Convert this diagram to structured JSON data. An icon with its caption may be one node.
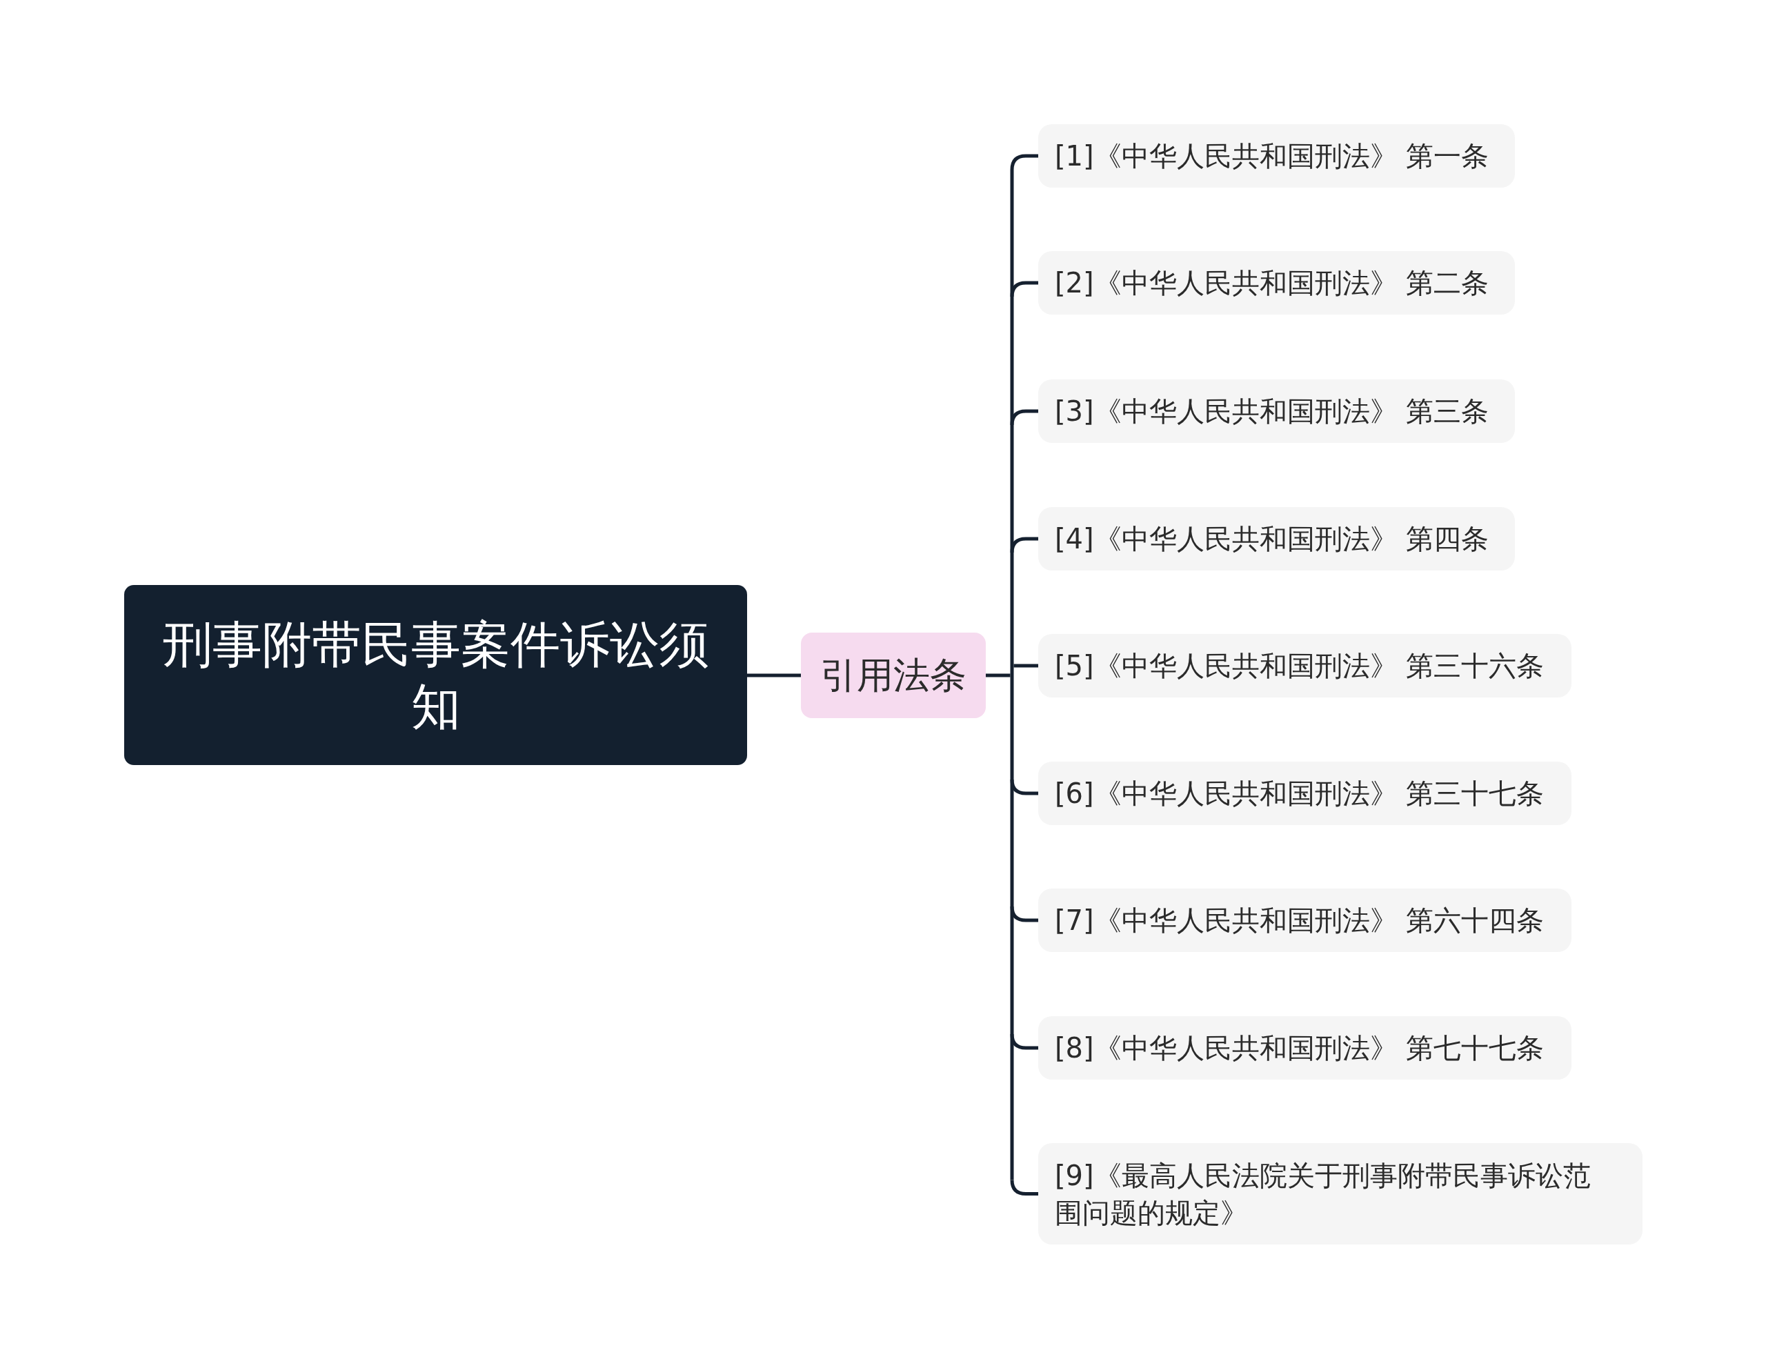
{
  "diagram": {
    "nodes": [
      {
        "text": [
          "刑事附带民事案件诉讼须知"
        ]
      },
      {
        "text": [
          "引用法条"
        ]
      },
      {
        "text": [
          "[1]《中华人民共和国刑法》 第一条"
        ]
      },
      {
        "text": [
          "[2]《中华人民共和国刑法》 第二条"
        ]
      },
      {
        "text": [
          "[3]《中华人民共和国刑法》 第三条"
        ]
      },
      {
        "text": [
          "[4]《中华人民共和国刑法》 第四条"
        ]
      },
      {
        "text": [
          "[5]《中华人民共和国刑法》 第三十六条"
        ]
      },
      {
        "text": [
          "[6]《中华人民共和国刑法》 第三十七条"
        ]
      },
      {
        "text": [
          "[7]《中华人民共和国刑法》 第六十四条"
        ]
      },
      {
        "text": [
          "[8]《中华人民共和国刑法》 第七十七条"
        ]
      },
      {
        "text": [
          "[9]《最高人民法院关于刑事附带民事诉讼范围问题的规定》"
        ]
      }
    ],
    "edges": [
      {
        "from": 0,
        "to": 1,
        "arrow": "none"
      },
      {
        "from": 1,
        "to": 2,
        "arrow": "none"
      },
      {
        "from": 1,
        "to": 3,
        "arrow": "none"
      },
      {
        "from": 1,
        "to": 4,
        "arrow": "none"
      },
      {
        "from": 1,
        "to": 5,
        "arrow": "none"
      },
      {
        "from": 1,
        "to": 6,
        "arrow": "none"
      },
      {
        "from": 1,
        "to": 7,
        "arrow": "none"
      },
      {
        "from": 1,
        "to": 8,
        "arrow": "none"
      },
      {
        "from": 1,
        "to": 9,
        "arrow": "none"
      },
      {
        "from": 1,
        "to": 10,
        "arrow": "none"
      }
    ]
  }
}
